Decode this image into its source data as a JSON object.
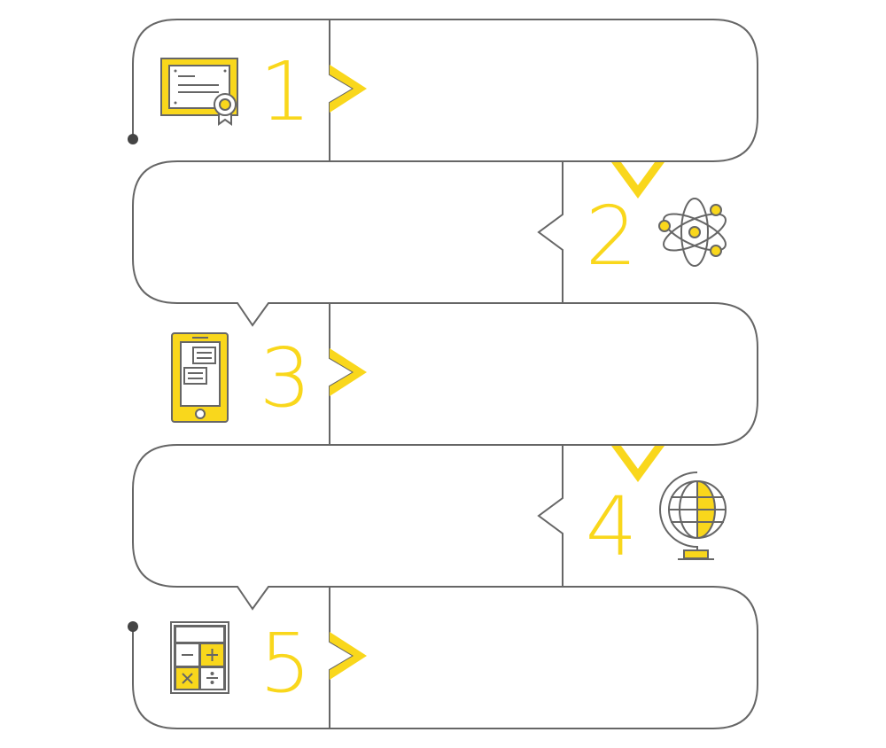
{
  "colors": {
    "accent": "#F9D71C",
    "stroke": "#666666",
    "dot": "#444444"
  },
  "steps": [
    {
      "number": "1",
      "icon": "certificate-icon"
    },
    {
      "number": "2",
      "icon": "atom-icon"
    },
    {
      "number": "3",
      "icon": "smartphone-icon"
    },
    {
      "number": "4",
      "icon": "globe-icon"
    },
    {
      "number": "5",
      "icon": "calculator-icon"
    }
  ]
}
